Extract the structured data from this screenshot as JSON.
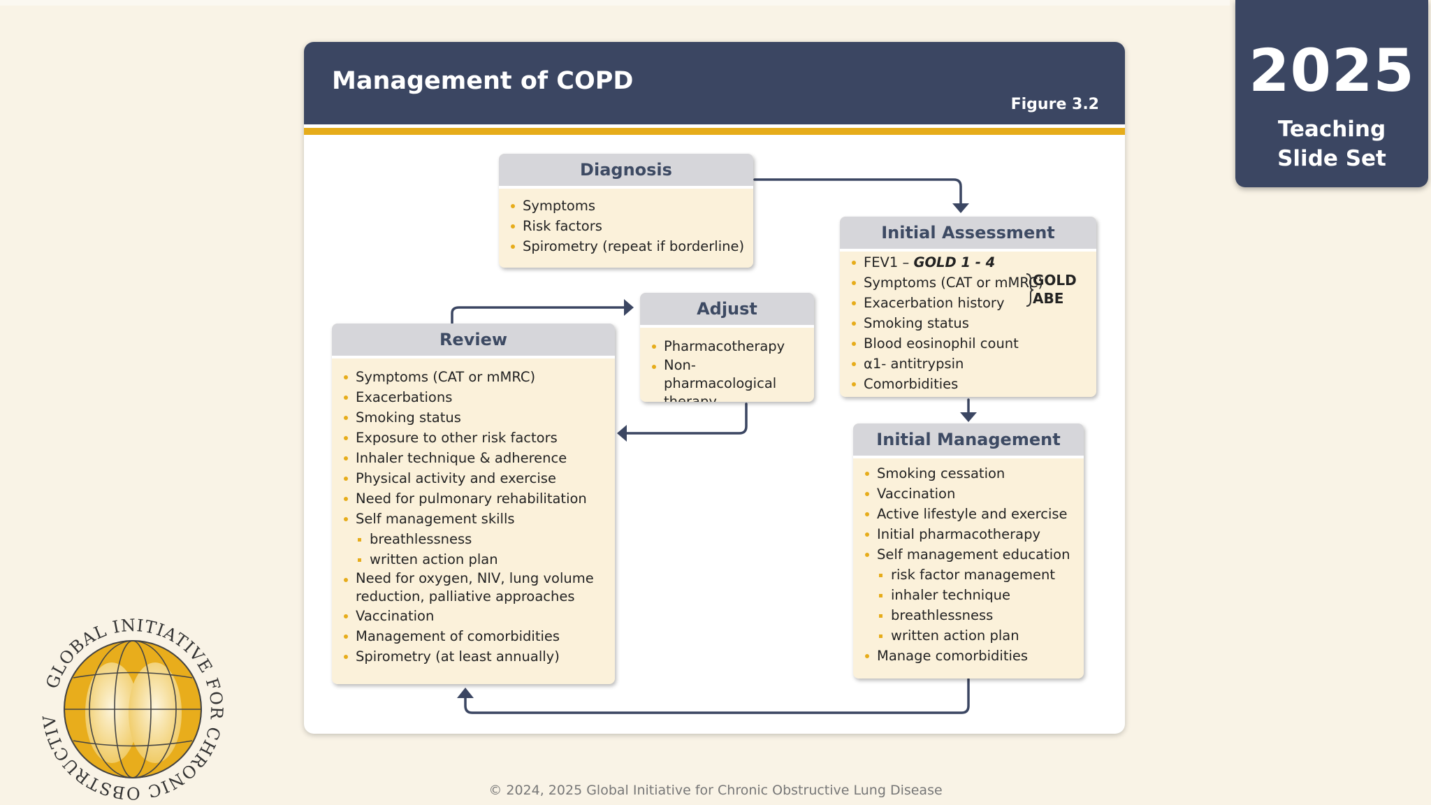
{
  "badge": {
    "year": "2025",
    "line1": "Teaching",
    "line2": "Slide Set"
  },
  "slide": {
    "title": "Management of COPD",
    "figure": "Figure 3.2"
  },
  "diagnosis": {
    "title": "Diagnosis",
    "items": [
      "Symptoms",
      "Risk factors",
      "Spirometry (repeat if borderline)"
    ]
  },
  "initial_assessment": {
    "title": "Initial Assessment",
    "fev1_prefix": "FEV1 – ",
    "fev1_gold": "GOLD 1 - 4",
    "items": [
      "Symptoms (CAT or mMRC)",
      "Exacerbation history",
      "Smoking status",
      "Blood eosinophil count",
      "α1- antitrypsin",
      "Comorbidities"
    ],
    "gold_label_1": "GOLD",
    "gold_label_2": "ABE"
  },
  "adjust": {
    "title": "Adjust",
    "items": [
      "Pharmacotherapy",
      "Non-pharmacological therapy"
    ]
  },
  "review": {
    "title": "Review",
    "items": [
      "Symptoms (CAT or mMRC)",
      "Exacerbations",
      "Smoking status",
      "Exposure to other risk factors",
      "Inhaler technique & adherence",
      "Physical activity and exercise",
      "Need for pulmonary rehabilitation",
      "Self management skills"
    ],
    "sub_items": [
      "breathlessness",
      "written action plan"
    ],
    "items_after": [
      "Need for oxygen, NIV, lung volume reduction, palliative approaches",
      "Vaccination",
      "Management of comorbidities",
      "Spirometry (at least annually)"
    ]
  },
  "initial_management": {
    "title": "Initial Management",
    "items": [
      "Smoking cessation",
      "Vaccination",
      "Active lifestyle and exercise",
      "Initial pharmacotherapy",
      "Self management education"
    ],
    "sub_items": [
      "risk factor management",
      "inhaler technique",
      "breathlessness",
      "written action plan"
    ],
    "items_after": [
      "Manage comorbidities"
    ]
  },
  "logo": {
    "ring_text": "GLOBAL INITIATIVE FOR CHRONIC OBSTRUCTIVE LUNG DISEASE™"
  },
  "footer": "© 2024, 2025 Global Initiative for Chronic Obstructive Lung Disease",
  "colors": {
    "navy": "#3b4662",
    "gold": "#e6ac1a",
    "box_fill": "#fbf1da",
    "box_header": "#d6d6da"
  }
}
